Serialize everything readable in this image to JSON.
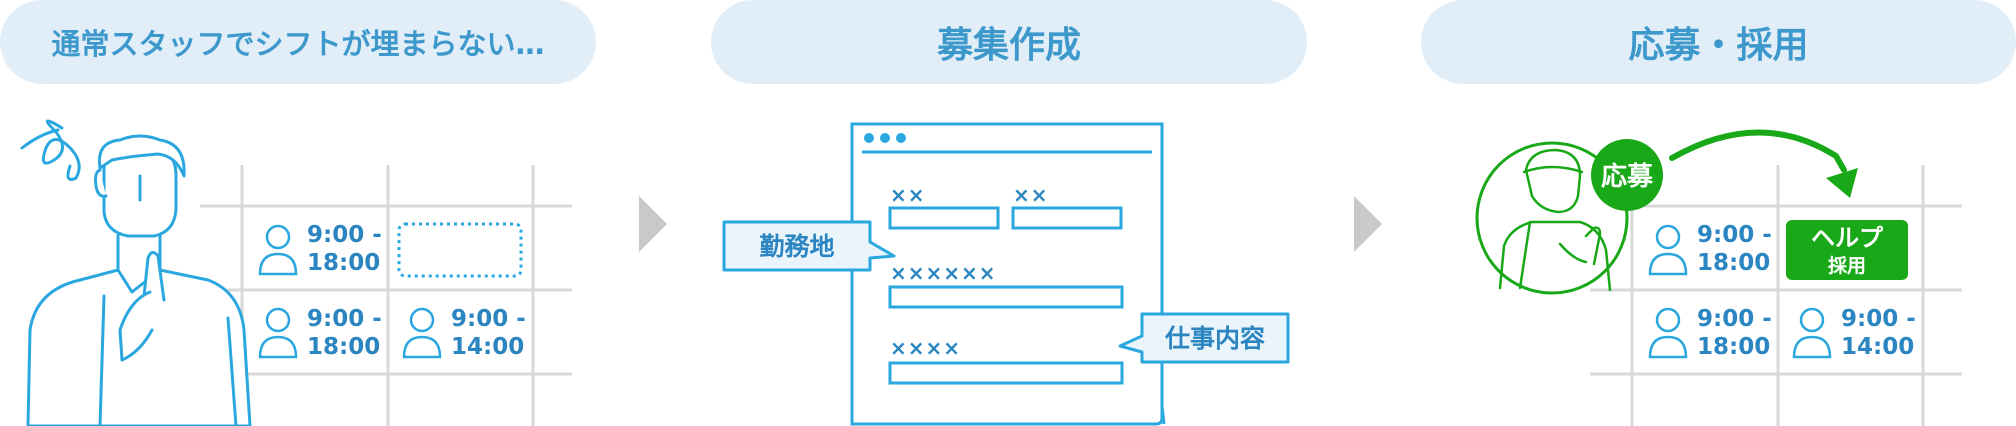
{
  "panels": [
    {
      "title": "通常スタッフでシフトが埋まらない…",
      "shifts": [
        {
          "time1": "9:00 -",
          "time2": "18:00"
        },
        {
          "time1": "9:00 -",
          "time2": "18:00"
        },
        {
          "time1": "9:00 -",
          "time2": "14:00"
        }
      ]
    },
    {
      "title": "募集作成",
      "bubble_location": "勤務地",
      "bubble_job": "仕事内容",
      "placeholders": [
        "××",
        "××",
        "××××××",
        "××××"
      ]
    },
    {
      "title": "応募・採用",
      "apply_badge": "応募",
      "help_badge_line1": "ヘルプ",
      "help_badge_line2": "採用",
      "shifts": [
        {
          "time1": "9:00 -",
          "time2": "18:00"
        },
        {
          "time1": "9:00 -",
          "time2": "18:00"
        },
        {
          "time1": "9:00 -",
          "time2": "14:00"
        }
      ]
    }
  ],
  "colors": {
    "pill_bg": "#e1eef8",
    "title_text": "#3d98cc",
    "line_blue": "#2aa7df",
    "grid_gray": "#d8d8d8",
    "arrow_gray": "#c9c9c9",
    "green": "#18a818"
  }
}
